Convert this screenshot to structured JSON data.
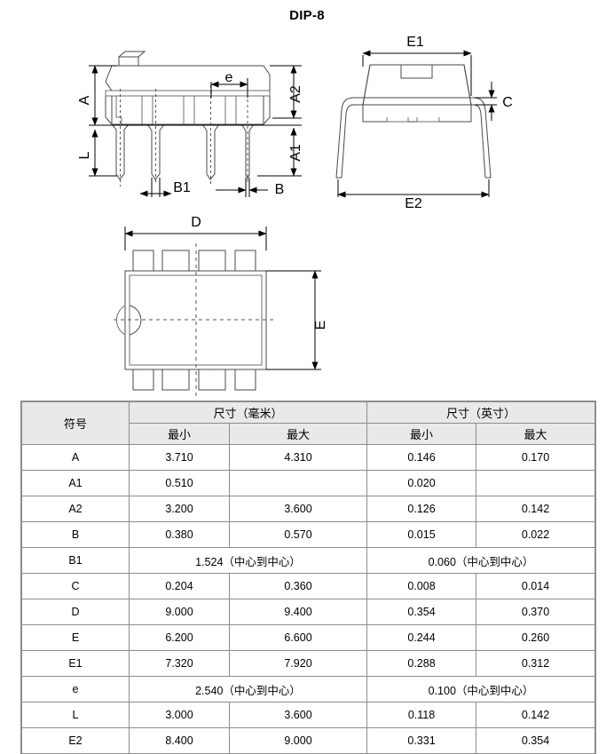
{
  "package": {
    "title": "DIP-8"
  },
  "drawings": {
    "front_view": {
      "name": "front-view",
      "labels": {
        "A": "A",
        "L": "L",
        "e": "e",
        "A2": "A2",
        "A1": "A1",
        "B1": "B1",
        "B": "B"
      }
    },
    "side_view": {
      "name": "side-view",
      "labels": {
        "E1": "E1",
        "E2": "E2",
        "C": "C"
      }
    },
    "top_view": {
      "name": "top-view",
      "labels": {
        "D": "D",
        "E": "E"
      }
    }
  },
  "table": {
    "header": {
      "symbol": "符号",
      "groups": [
        "尺寸（毫米）",
        "尺寸（英寸）"
      ],
      "sub": [
        "最小",
        "最大",
        "最小",
        "最大"
      ]
    },
    "rows": [
      {
        "symbol": "A",
        "mm_min": "3.710",
        "mm_max": "4.310",
        "in_min": "0.146",
        "in_max": "0.170",
        "span": false
      },
      {
        "symbol": "A1",
        "mm_min": "0.510",
        "mm_max": "",
        "in_min": "0.020",
        "in_max": "",
        "span": false
      },
      {
        "symbol": "A2",
        "mm_min": "3.200",
        "mm_max": "3.600",
        "in_min": "0.126",
        "in_max": "0.142",
        "span": false
      },
      {
        "symbol": "B",
        "mm_min": "0.380",
        "mm_max": "0.570",
        "in_min": "0.015",
        "in_max": "0.022",
        "span": false
      },
      {
        "symbol": "B1",
        "mm_span": "1.524（中心到中心）",
        "in_span": "0.060（中心到中心）",
        "span": true
      },
      {
        "symbol": "C",
        "mm_min": "0.204",
        "mm_max": "0.360",
        "in_min": "0.008",
        "in_max": "0.014",
        "span": false
      },
      {
        "symbol": "D",
        "mm_min": "9.000",
        "mm_max": "9.400",
        "in_min": "0.354",
        "in_max": "0.370",
        "span": false
      },
      {
        "symbol": "E",
        "mm_min": "6.200",
        "mm_max": "6.600",
        "in_min": "0.244",
        "in_max": "0.260",
        "span": false
      },
      {
        "symbol": "E1",
        "mm_min": "7.320",
        "mm_max": "7.920",
        "in_min": "0.288",
        "in_max": "0.312",
        "span": false
      },
      {
        "symbol": "e",
        "mm_span": "2.540（中心到中心）",
        "in_span": "0.100（中心到中心）",
        "span": true
      },
      {
        "symbol": "L",
        "mm_min": "3.000",
        "mm_max": "3.600",
        "in_min": "0.118",
        "in_max": "0.142",
        "span": false
      },
      {
        "symbol": "E2",
        "mm_min": "8.400",
        "mm_max": "9.000",
        "in_min": "0.331",
        "in_max": "0.354",
        "span": false
      }
    ]
  },
  "colors": {
    "line": "#3a3a3a",
    "dim_line": "#000000",
    "header_bg": "#e9e9e9",
    "border": "#8d8d8d",
    "text": "#000000"
  }
}
